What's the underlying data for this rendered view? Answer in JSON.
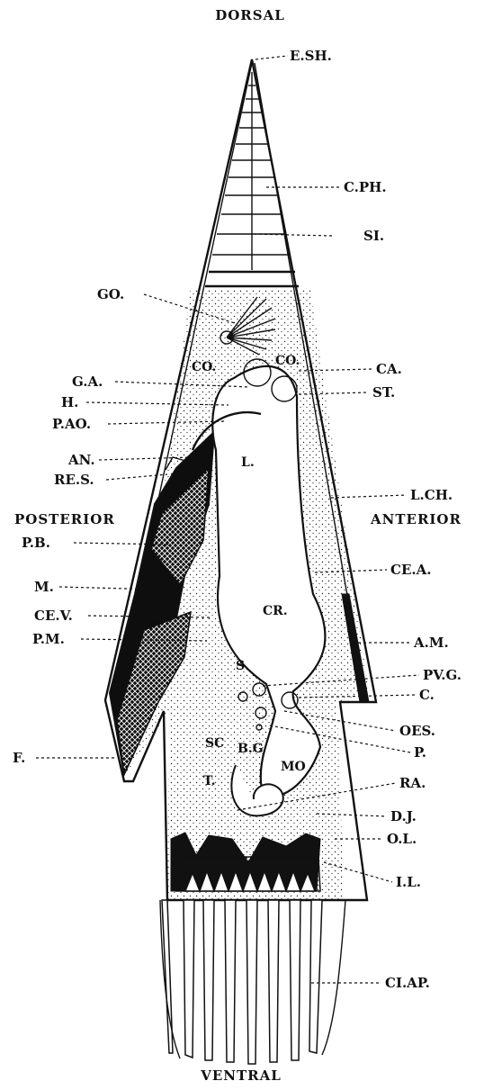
{
  "orientation": {
    "top": "DORSAL",
    "bottom": "VENTRAL",
    "left": "POSTERIOR",
    "right": "ANTERIOR"
  },
  "labels": {
    "esh": "E.SH.",
    "cph": "C.PH.",
    "si": "SI.",
    "go": "GO.",
    "ga": "G.A.",
    "h": "H.",
    "pao": "P.AO.",
    "an": "AN.",
    "res": "RE.S.",
    "pb": "P.B.",
    "m": "M.",
    "cev": "CE.V.",
    "pm": "P.M.",
    "f": "F.",
    "ca": "CA.",
    "st": "ST.",
    "lch": "L.CH.",
    "cea": "CE.A.",
    "am": "A.M.",
    "pvg": "PV.G.",
    "c": "C.",
    "oes": "OES.",
    "p": "P.",
    "ra": "RA.",
    "dj": "D.J.",
    "ol": "O.L.",
    "il": "I.L.",
    "clap": "CI.AP."
  },
  "inner_labels": {
    "co_left": "CO.",
    "co_right": "CO.",
    "l": "L.",
    "cr": "CR.",
    "s": "S",
    "sc": "SC",
    "bg": "B.G",
    "mo": "MO",
    "t": "T."
  },
  "colors": {
    "ink": "#111111",
    "paper": "#ffffff"
  }
}
